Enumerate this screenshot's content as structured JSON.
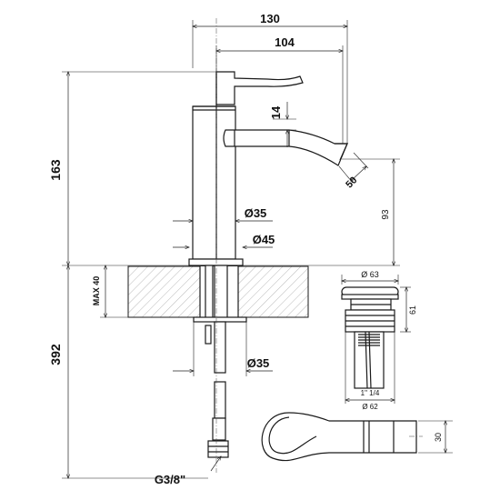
{
  "dimensions": {
    "overall_width": "130",
    "spout_reach": "104",
    "spout_offset": "14",
    "aerator_angle": "50",
    "spout_height": "93",
    "upper_height": "163",
    "body_diameter": "Ø35",
    "flange_diameter": "Ø45",
    "deck_max": "MAX 40",
    "lower_height": "392",
    "shank_diameter": "Ø35",
    "connection": "G3/8\""
  },
  "waste": {
    "top_diameter": "Ø 63",
    "height": "61",
    "thread": "1\" 1/4",
    "bottom_diameter": "Ø 62"
  },
  "handle": {
    "height": "30"
  }
}
